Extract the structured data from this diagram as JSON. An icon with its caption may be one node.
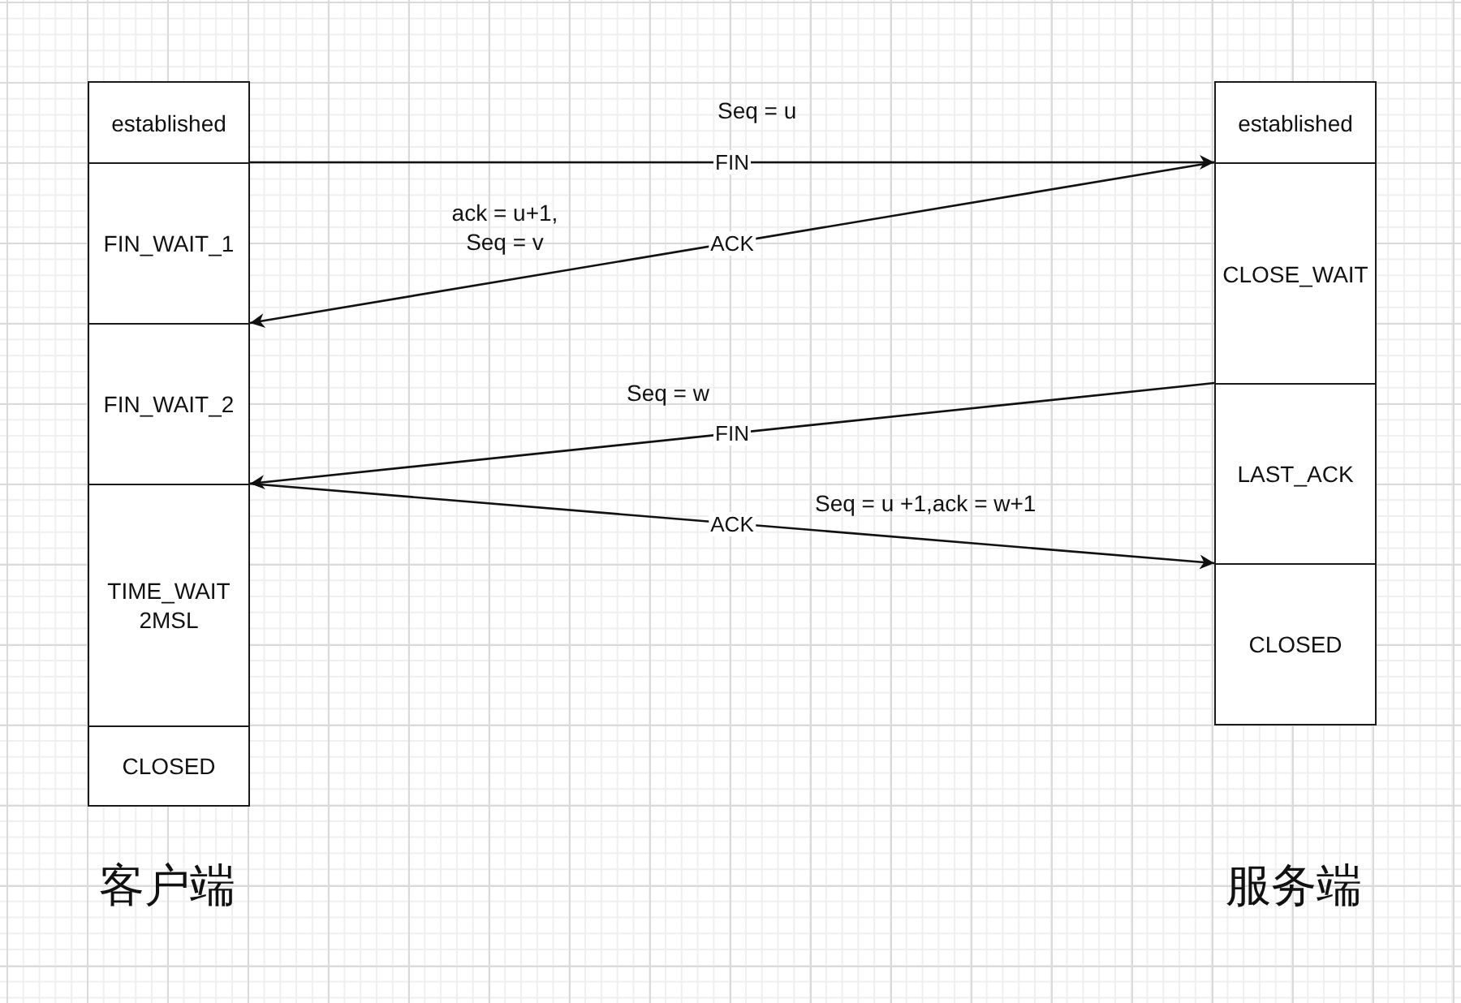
{
  "diagram": {
    "nodes": [
      {
        "text": [
          "established"
        ]
      },
      {
        "text": [
          "FIN_WAIT_1"
        ]
      },
      {
        "text": [
          "FIN_WAIT_2"
        ]
      },
      {
        "text": [
          "TIME_WAIT 2MSL"
        ]
      },
      {
        "text": [
          "CLOSED"
        ]
      },
      {
        "text": [
          "established"
        ]
      },
      {
        "text": [
          "CLOSE_WAIT"
        ]
      },
      {
        "text": [
          "LAST_ACK"
        ]
      },
      {
        "text": [
          "CLOSED"
        ]
      }
    ],
    "edges": [
      {
        "from": 1,
        "to": 6,
        "arrow": "to",
        "label": "FIN"
      },
      {
        "from": 6,
        "to": 2,
        "arrow": "to",
        "label": "ACK"
      },
      {
        "from": 7,
        "to": 3,
        "arrow": "to",
        "label": "FIN"
      },
      {
        "from": 3,
        "to": 8,
        "arrow": "to",
        "label": "ACK"
      }
    ],
    "labels": [
      "Seq = u",
      "ack = u+1, Seq = v",
      "Seq = w",
      "Seq = u +1,ack = w+1",
      "客户端",
      "服务端"
    ]
  }
}
